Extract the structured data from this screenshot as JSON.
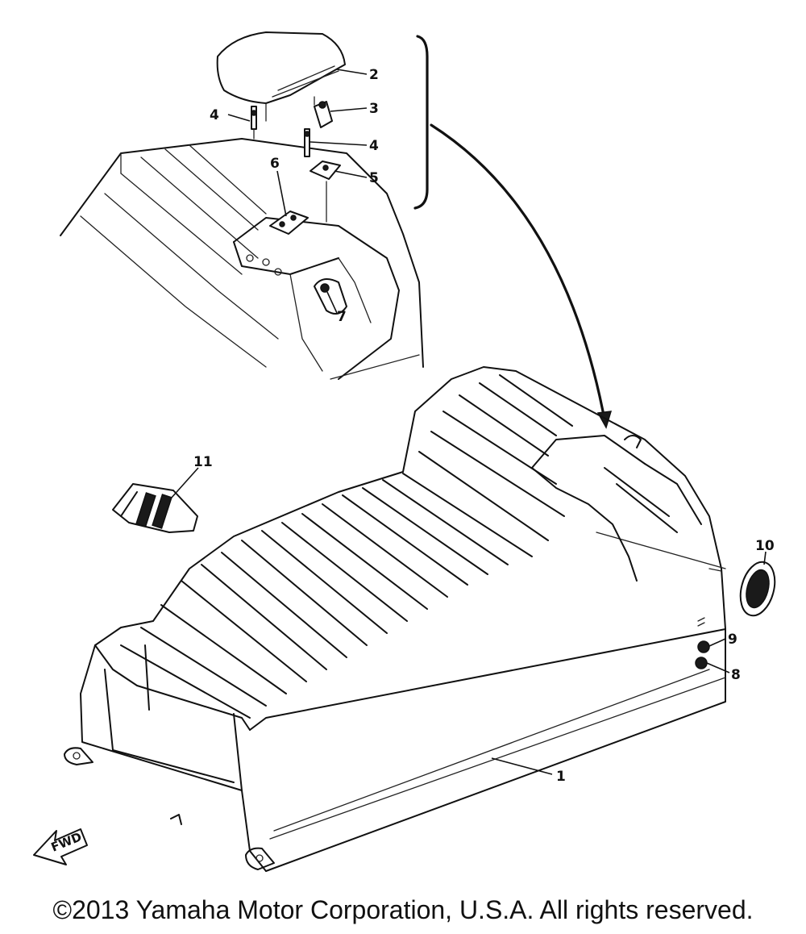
{
  "callouts": {
    "c1": "1",
    "c2": "2",
    "c3": "3",
    "c4a": "4",
    "c4b": "4",
    "c5": "5",
    "c6": "6",
    "c7": "7",
    "c8": "8",
    "c9": "9",
    "c10": "10",
    "c11": "11"
  },
  "fwd_label": "FWD",
  "copyright": "©2013 Yamaha Motor Corporation, U.S.A. All rights reserved."
}
